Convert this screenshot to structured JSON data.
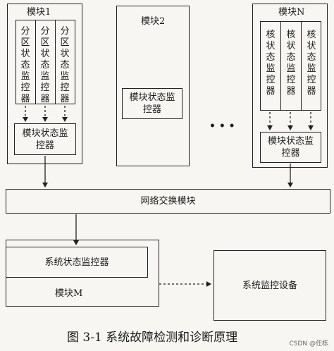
{
  "module1": {
    "title": "模块1",
    "partitions": [
      "分区状态监控器",
      "分区状态监控器",
      "分区状态监控器"
    ],
    "monitor": "模块状态监控器"
  },
  "module2": {
    "title": "模块2",
    "monitor": "模块状态监控器"
  },
  "ellipsis": "• • •",
  "moduleN": {
    "title": "模块N",
    "cores": [
      "核状态监控器",
      "核状态监控器",
      "核状态监控器"
    ],
    "monitor": "模块状态监控器"
  },
  "network": "网络交换模块",
  "moduleM": {
    "title": "模块M",
    "monitor": "系统状态监控器"
  },
  "system_device": "系统监控设备",
  "caption": "图 3-1   系统故障检测和诊断原理",
  "watermark": "CSDN @任栋"
}
